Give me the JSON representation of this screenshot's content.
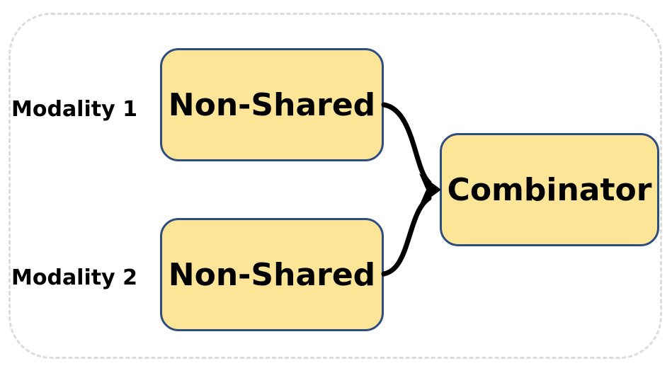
{
  "diagram": {
    "modality_1_label": "Modality 1",
    "modality_2_label": "Modality 2",
    "non_shared_1_label": "Non-Shared",
    "non_shared_2_label": "Non-Shared",
    "combinator_label": "Combinator"
  },
  "colors": {
    "box_fill": "#fde598",
    "box_border": "#2e4d80",
    "frame_border": "#dcdcdc",
    "arrow": "#000000"
  }
}
